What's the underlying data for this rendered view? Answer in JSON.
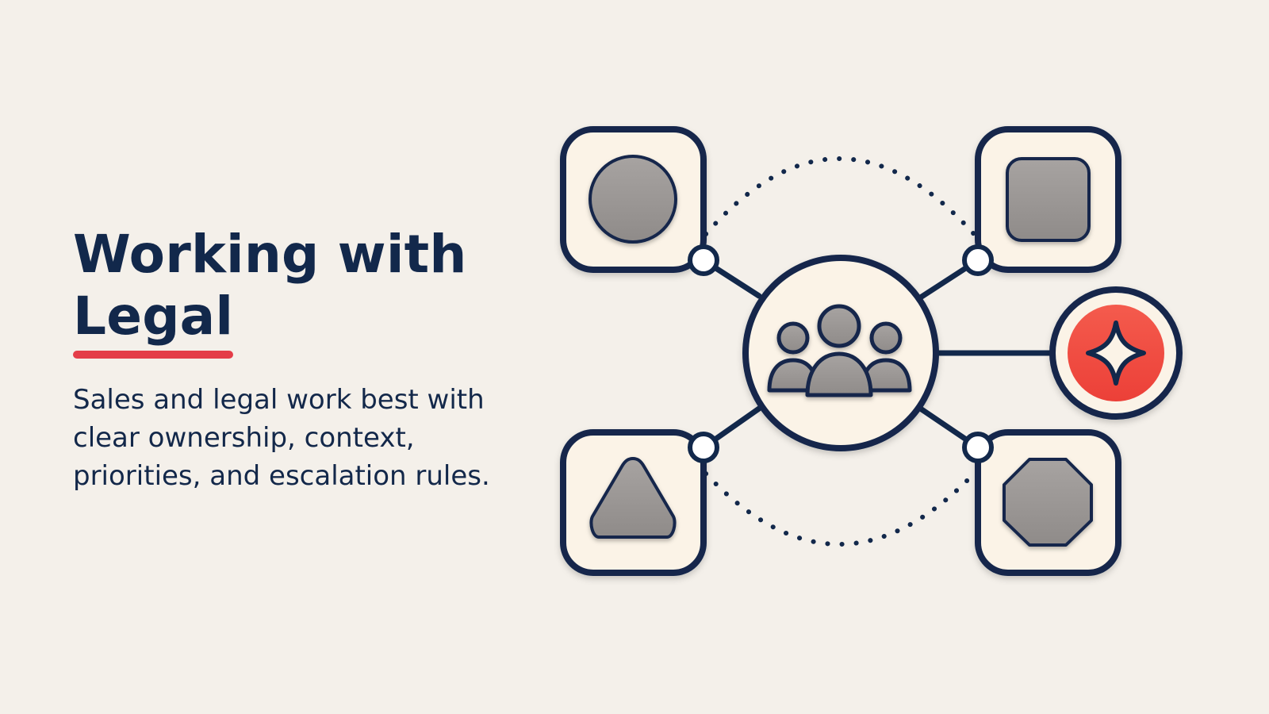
{
  "slide": {
    "title_line_1": "Working with",
    "title_line_2": "Legal",
    "body": "Sales and legal work best with clear ownership, context, priorities, and escalation rules."
  },
  "diagram": {
    "center_icon": "team-group-icon",
    "nodes": [
      {
        "position": "top-left",
        "icon": "circle-shape-icon"
      },
      {
        "position": "top-right",
        "icon": "square-shape-icon"
      },
      {
        "position": "bottom-left",
        "icon": "triangle-shape-icon"
      },
      {
        "position": "bottom-right",
        "icon": "octagon-shape-icon"
      },
      {
        "position": "right",
        "icon": "sparkle-star-icon"
      }
    ]
  },
  "colors": {
    "background": "#f4f0ea",
    "navy": "#12284b",
    "accent_red": "#e43d48",
    "node_fill": "#fbf3e7",
    "shape_gray": "#9b9897",
    "badge_red": "#f04e42"
  }
}
